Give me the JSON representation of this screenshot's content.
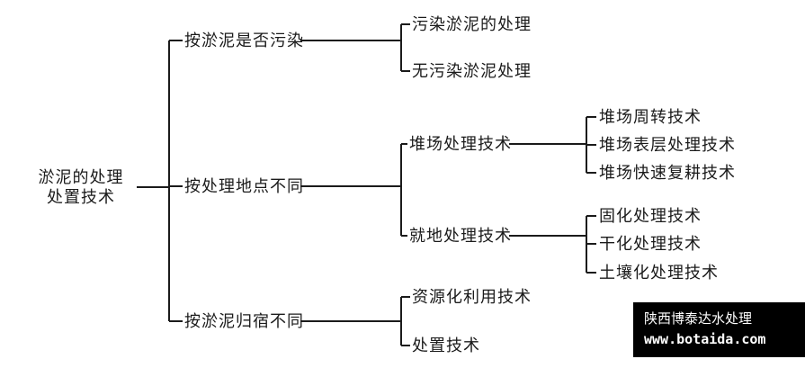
{
  "root": {
    "line1": "淤泥的处理",
    "line2": "处置技术"
  },
  "branches": [
    {
      "label": "按淤泥是否污染",
      "children": [
        {
          "label": "污染淤泥的处理"
        },
        {
          "label": "无污染淤泥处理"
        }
      ]
    },
    {
      "label": "按处理地点不同",
      "children": [
        {
          "label": "堆场处理技术",
          "children": [
            {
              "label": "堆场周转技术"
            },
            {
              "label": "堆场表层处理技术"
            },
            {
              "label": "堆场快速复耕技术"
            }
          ]
        },
        {
          "label": "就地处理技术",
          "children": [
            {
              "label": "固化处理技术"
            },
            {
              "label": "干化处理技术"
            },
            {
              "label": "土壤化处理技术"
            }
          ]
        }
      ]
    },
    {
      "label": "按淤泥归宿不同",
      "children": [
        {
          "label": "资源化利用技术"
        },
        {
          "label": "处置技术"
        }
      ]
    }
  ],
  "watermark": {
    "company": "陕西博泰达水处理",
    "url": "www.botaida.com"
  },
  "colors": {
    "line": "#1b1b1b",
    "text": "#1b1b1b",
    "watermark_bg": "#000000",
    "watermark_text": "#ffffff"
  }
}
